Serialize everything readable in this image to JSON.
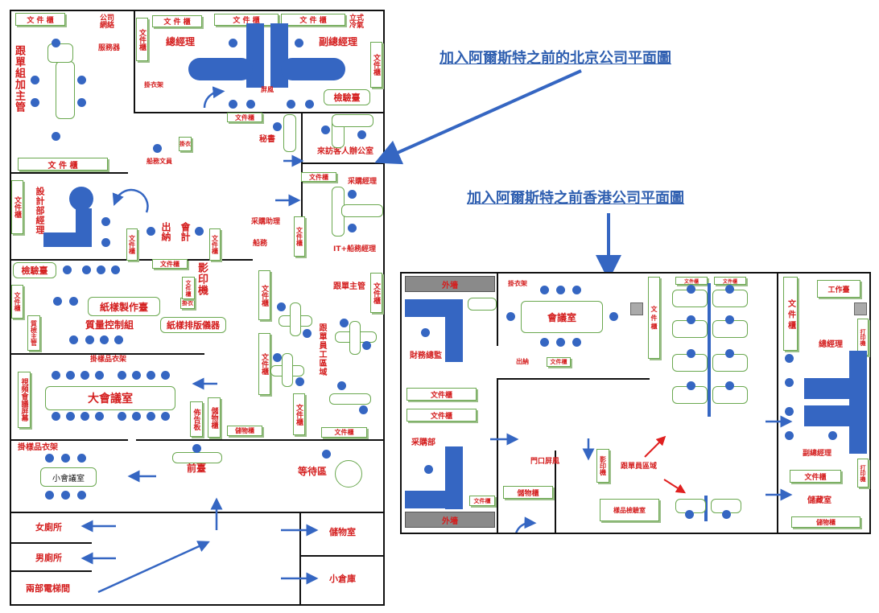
{
  "titles": {
    "beijing": "加入阿爾斯特之前的北京公司平面圖",
    "hongkong": "加入阿爾斯特之前香港公司平面圖"
  },
  "beijing": {
    "cab_top": "文 件 櫃",
    "company_network": "公司\n網絡",
    "server": "服務器",
    "gm": "總經理",
    "deputy_gm": "副總經理",
    "vertical_ac": "立式\n冷氣",
    "cab_v": "文件櫃",
    "merch_sup": "跟單組加主管",
    "hanger": "掛衣架",
    "screen": "屏風",
    "inspect1": "檢驗臺",
    "cab_file": "文件櫃",
    "cab_file_spaced": "文 件 櫃",
    "secretary": "秘書",
    "guest_office": "來訪客人辦公室",
    "shipping_clerk": "船務文員",
    "purchase_mgr": "采購經理",
    "procure_asst": "采購助理",
    "shipping": "船務",
    "it_ship_mgr": "IT+船務經理",
    "design_mgr": "設計部經理",
    "cashier": "出納",
    "accounting": "會計",
    "inspect2": "檢驗臺",
    "photocopy": "影印機",
    "sample_room": "紙樣製作臺",
    "qc_group": "質量控制組",
    "sample_printer": "紙樣排版儀器",
    "qc_sup": "質檢主管",
    "merch_head": "跟單主管",
    "merch_area": "跟單員工區域",
    "sample_rack": "掛樣品衣架",
    "video_screen": "視頻會議屏幕",
    "big_meeting": "大會議室",
    "display_board": "佈告板",
    "storage_cab": "儲物櫃",
    "small_hanger": "掛樣品衣架",
    "small_meeting": "小會議室",
    "front_desk": "前臺",
    "waiting": "等待區",
    "womens_wc": "女廁所",
    "mens_wc": "男廁所",
    "elevators": "兩部電梯間",
    "storage_room": "儲物室",
    "small_storage": "小倉庫",
    "hanger_short": "掛衣"
  },
  "hongkong": {
    "outer_wall": "外墻",
    "hanger": "掛衣架",
    "meeting": "會議室",
    "cashier": "出納",
    "cab": "文件櫃",
    "finance_dir": "財務總監",
    "purchasing": "采購部",
    "door_screen": "門口屏風",
    "copier": "影印機",
    "storage_cab": "儲物櫃",
    "sample_room": "樣品檢驗室",
    "merch_area": "跟單員區域",
    "workstation": "工作臺",
    "gm": "總經理",
    "deputy_gm": "副總經理",
    "storeroom": "儲藏室",
    "printer": "打印機",
    "cab_spaced": "文 件 櫃"
  },
  "colors": {
    "accent": "#3566c2",
    "label": "#d41f1f",
    "cabinet": "#6aa84f",
    "title": "#2f5fb0"
  }
}
